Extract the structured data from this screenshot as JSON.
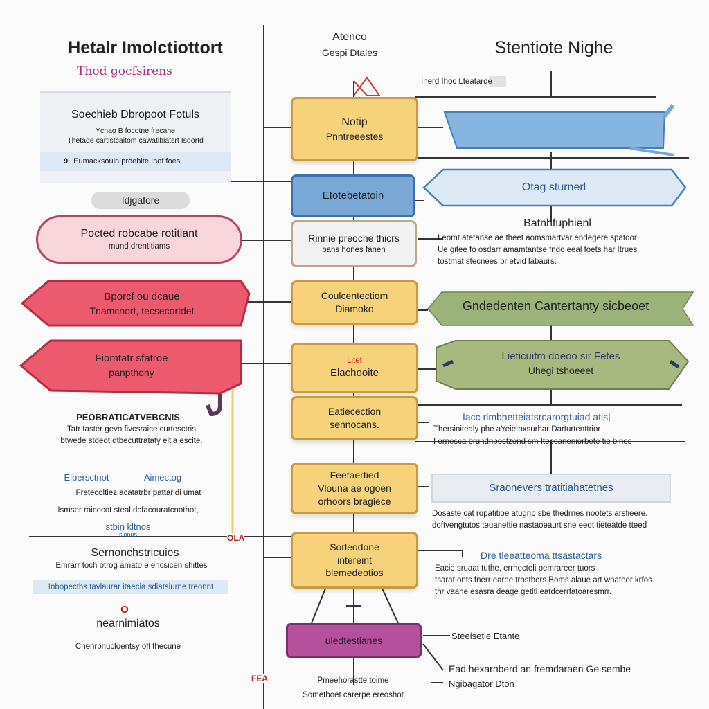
{
  "left": {
    "title": "Hetalr Imolctiottort",
    "subtitle": "Thod gocfsirens",
    "card": {
      "title": "Soechieb Dbropoot Fotuls",
      "line1": "Ycnao B focotne frecahe",
      "line2": "Thetade cartistcaitom cawatibiatsrt Isoortd",
      "note_icon": "9",
      "note": "Eumacksouln proebite Ihof foes"
    },
    "pill_label": "Idjgafore",
    "pink_box": {
      "line1": "Pocted robcabe rotitiant",
      "line2": "mund drentitiams"
    },
    "red_arrow1": {
      "line1": "Bporcf ou dcaue",
      "line2": "Tnamcnort, tecsecortdet"
    },
    "red_arrow2": {
      "line1": "Fiomtatr sfatroe",
      "line2": "panpthony"
    },
    "section1": {
      "heading": "PEOBRATICATVEBCNIS",
      "line1": "Tatr taster gevo fivcsraice curtesctris",
      "line2": "btwede stdeot dtbecuttrataty eitia escite."
    },
    "pair": {
      "left": "Elbersctnot",
      "right": "Aimectog"
    },
    "para1": "Fretecoltiez acatatrbr pattaridi umat",
    "para2": "Ismser raicecot steal dcfacouratcnothot,",
    "highlight": {
      "line1": "stbin kltnos",
      "line2": "sionus"
    },
    "marker": "OLA",
    "section2": {
      "heading": "Sernonchstricuies",
      "line1": "Emrarr toch otrog amato e encsicen shittes",
      "highlight": "Inbopecths tavlaurar itaecia sdiatsiurne treonnt"
    },
    "circle_marker": "O",
    "section3": {
      "heading": "nearnimiatos",
      "line1": "Chenrpnucloentsy ofl thecune"
    }
  },
  "center": {
    "top_title": "Atenco",
    "top_sub": "Gespi Dtales",
    "boxes": [
      {
        "line1": "Notip",
        "line2": "Pnntreeestes"
      },
      {
        "line1": "Etotebetatoin",
        "line2": ""
      },
      {
        "line1": "Rinnie preoche thicrs",
        "line2": "bans hones fanen"
      },
      {
        "line1": "Coulcentectiom",
        "line2": "Diamoko"
      },
      {
        "tag": "Litet",
        "line1": "Elachooite",
        "line2": ""
      },
      {
        "line1": "Eatiecection",
        "line2": "sennocans."
      },
      {
        "line1": "Feetaertied",
        "line2": "Vlouna ae ogoen",
        "line3": "orhoors bragiece"
      },
      {
        "line1": "Sorleodone",
        "line2": "intereint",
        "line3": "blemedeotios"
      },
      {
        "line1": "uledtestianes",
        "line2": ""
      }
    ],
    "marker": "FEA",
    "bottom_line1": "Pmeehorastte toime",
    "bottom_line2": "Sometboet carerpe ereoshot"
  },
  "right": {
    "title": "Stentiote Nighe",
    "label_top": "Inerd Ihoc Lteatarde",
    "banner2": "Otag sturnerl",
    "section1": {
      "heading": "Batnhfuphienl",
      "line1": "I eomt atetanse ae theet aomsmartvar endegere spatoor",
      "line2": "Ue gitee fo osdarr amamtantse fndo eeal foets har Itrues",
      "line3": "tostmat stecnees br etvid labaurs."
    },
    "green_banner": "Gndedenten Cantertanty sicbeoet",
    "green_box": {
      "line1": "Lieticuitm doeoo sir Fetes",
      "line2": "Uhegi tshoeeet"
    },
    "section2": {
      "heading": "Iacc rimbhetteiatsrcarorgtuiad atis|",
      "line1": "Thersinitealy phe aYeietoxsurhar Darturtenttrior",
      "line2": "I ornesca brundnbestzend sm Iteocaneniorbete tie bines"
    },
    "gray_banner": "Sraonevers tratitiahatetnes",
    "para1": "Dosaste cat ropatitioe atugrib sbe thedrnes nootets arsfieere.",
    "para2": "doftvengtutos teuanettie nastaoeaurt sne eeot tieteatde tteed",
    "section3": {
      "heading": "Dre tleeatteoma ttsastactars",
      "line1": "Eacie sruaat tuthe, errnecteli pemrareer tuors",
      "line2": "tsarat onts fnerr earee trostbers Boms alaue art wnateer krfos.",
      "line3": "thr vaane esasra deage getiti eatdcerrfatoaresmrr."
    },
    "label_p": "Steeisetie Etante",
    "foot_line1": "Ead hexarnberd an fremdaraen Ge sembe",
    "foot_line2": "Ngibagator Dton"
  }
}
